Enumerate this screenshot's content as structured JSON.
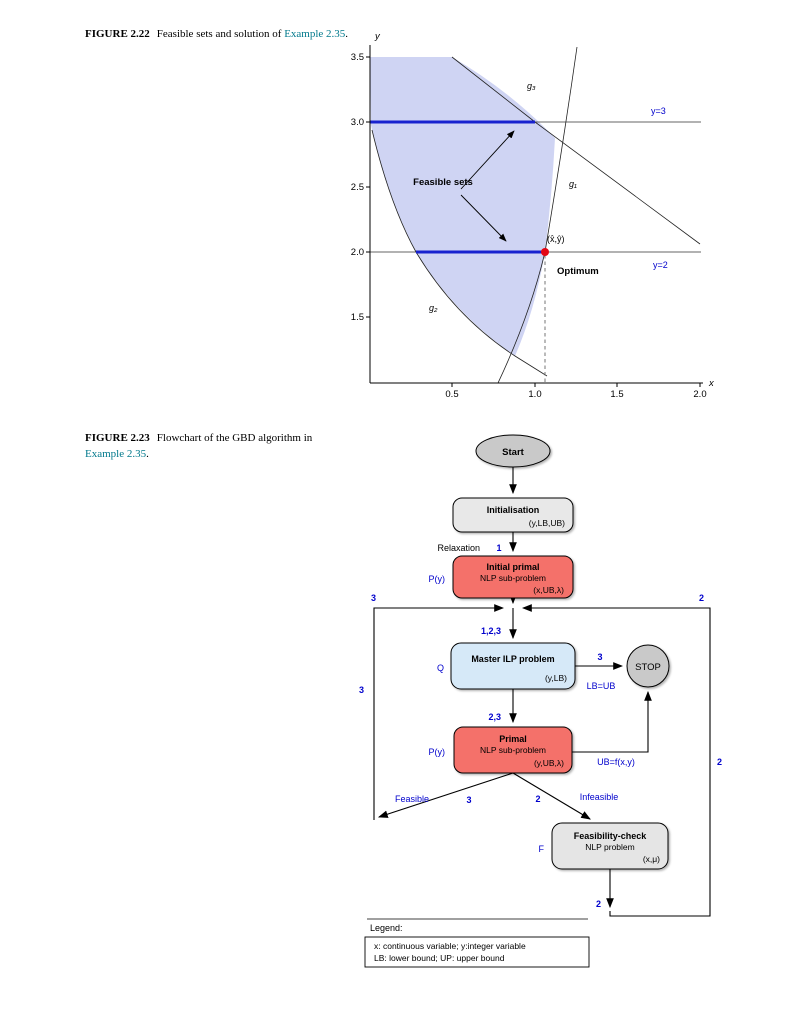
{
  "captions": {
    "fig22": {
      "tag": "FIGURE 2.22",
      "text": "Feasible sets and solution of ",
      "link": "Example 2.35",
      "after": "."
    },
    "fig23": {
      "tag": "FIGURE 2.23",
      "text": "Flowchart of the GBD algorithm in ",
      "link": "Example 2.35",
      "after": "."
    }
  },
  "chart_data": {
    "type": "area",
    "title": "Feasible sets and solution of Example 2.35",
    "xlabel": "x",
    "ylabel": "y",
    "xlim": [
      0,
      2.05
    ],
    "ylim": [
      1.0,
      3.6
    ],
    "x_ticks": [
      0.5,
      1.0,
      1.5,
      2.0
    ],
    "y_ticks": [
      1.5,
      2.0,
      2.5,
      3.0,
      3.5
    ],
    "grid": false,
    "region_label": "Feasible sets",
    "constraints": [
      {
        "name": "g1",
        "shape": "steep curve rising from (0.78,1.0) through the optimum (1.06,2.0) to (1.25,3.58)"
      },
      {
        "name": "g2",
        "shape": "lower-left boundary curve from (0.02,2.95) down to about (1.07,1.05)"
      },
      {
        "name": "g3",
        "shape": "upper-right boundary line from (0.5,3.5) through (1.0,3.0) to (2.0,2.06)"
      }
    ],
    "horizontal_lines": [
      {
        "y": 3.0,
        "label": "y=3"
      },
      {
        "y": 2.0,
        "label": "y=2"
      }
    ],
    "feasible_segments": [
      {
        "y": 3.0,
        "x_start": 0.0,
        "x_end": 1.0
      },
      {
        "y": 2.0,
        "x_start": 0.28,
        "x_end": 1.06
      }
    ],
    "optimum": {
      "x": 1.06,
      "y": 2.0,
      "label": "Optimum",
      "point_label": "(x̂,ŷ)"
    }
  },
  "plot": {
    "ylabel": "y",
    "xlabel": "x",
    "yticks": [
      "3.5",
      "3.0",
      "2.5",
      "2.0",
      "1.5"
    ],
    "xticks": [
      "0.5",
      "1.0",
      "1.5",
      "2.0"
    ],
    "g1": "g₁",
    "g2": "g₂",
    "g3": "g₃",
    "y3": "y=3",
    "y2": "y=2",
    "feasible": "Feasible sets",
    "optimum": "Optimum",
    "point": "(x̂,ŷ)"
  },
  "flowchart": {
    "nodes": {
      "start": "Start",
      "init": {
        "title": "Initialisation",
        "vars": "(y,LB,UB)"
      },
      "initial_primal": {
        "title": "Initial primal",
        "sub": "NLP sub-problem",
        "vars": "(x,UB,λ)"
      },
      "master": {
        "title": "Master ILP problem",
        "vars": "(y,LB)"
      },
      "stop": "STOP",
      "primal": {
        "title": "Primal",
        "sub": "NLP sub-problem",
        "vars": "(y,UB,λ)"
      },
      "feasibility_check": {
        "title": "Feasibility-check",
        "sub": "NLP problem",
        "vars": "(x,μ)"
      }
    },
    "side_labels": {
      "initial_primal": "P(y)",
      "master": "Q",
      "primal": "P(y)",
      "feasibility_check": "F"
    },
    "edge_labels": {
      "relaxation": "Relaxation",
      "n1": "1",
      "junction_left": "3",
      "junction_right": "2",
      "to_master": "1,2,3",
      "master_stop": "3",
      "stop_condition": "LB=UB",
      "to_primal": "2,3",
      "ub_update": "UB=f(x,y)",
      "feasible": "Feasible",
      "feasible_n": "3",
      "infeasible_n": "2",
      "infeasible": "Infeasible",
      "feas_down": "2",
      "loop_right": "2",
      "loop_left": "3"
    },
    "legend": {
      "title": "Legend:",
      "line1": "x: continuous variable; y:integer variable",
      "line2": "LB: lower bound; UP: upper bound"
    }
  },
  "colors": {
    "region_fill": "#c5cbf0",
    "feasible_segment_blue": "#1822cf",
    "optimum_red": "#e30613",
    "node_red": "#f4716b",
    "node_light_blue": "#d6e9f8",
    "node_gray": "#e8e8e8",
    "terminal_gray": "#c9c9c9",
    "flow_label_blue": "#0000cc",
    "link_teal": "#00798c"
  }
}
